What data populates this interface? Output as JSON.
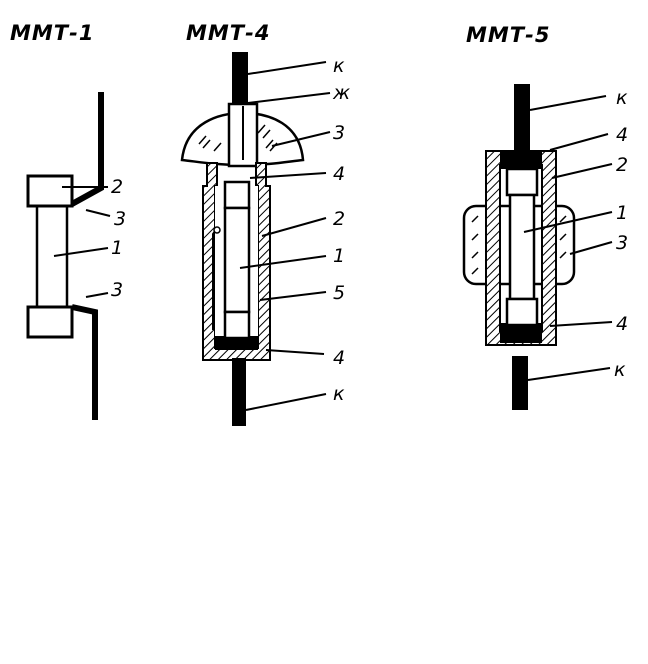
{
  "figure": {
    "title_1": "ММТ-1",
    "title_2": "ММТ-4",
    "title_3": "ММТ-5"
  },
  "mmt1": {
    "labels": [
      "2",
      "3",
      "1",
      "3"
    ]
  },
  "mmt4": {
    "labels": [
      "к",
      "ж",
      "3",
      "4",
      "2",
      "1",
      "5",
      "4",
      "к"
    ]
  },
  "mmt5": {
    "labels": [
      "к",
      "4",
      "2",
      "1",
      "3",
      "4",
      "к"
    ]
  },
  "colors": {
    "ink": "#000000",
    "paper": "#ffffff"
  }
}
